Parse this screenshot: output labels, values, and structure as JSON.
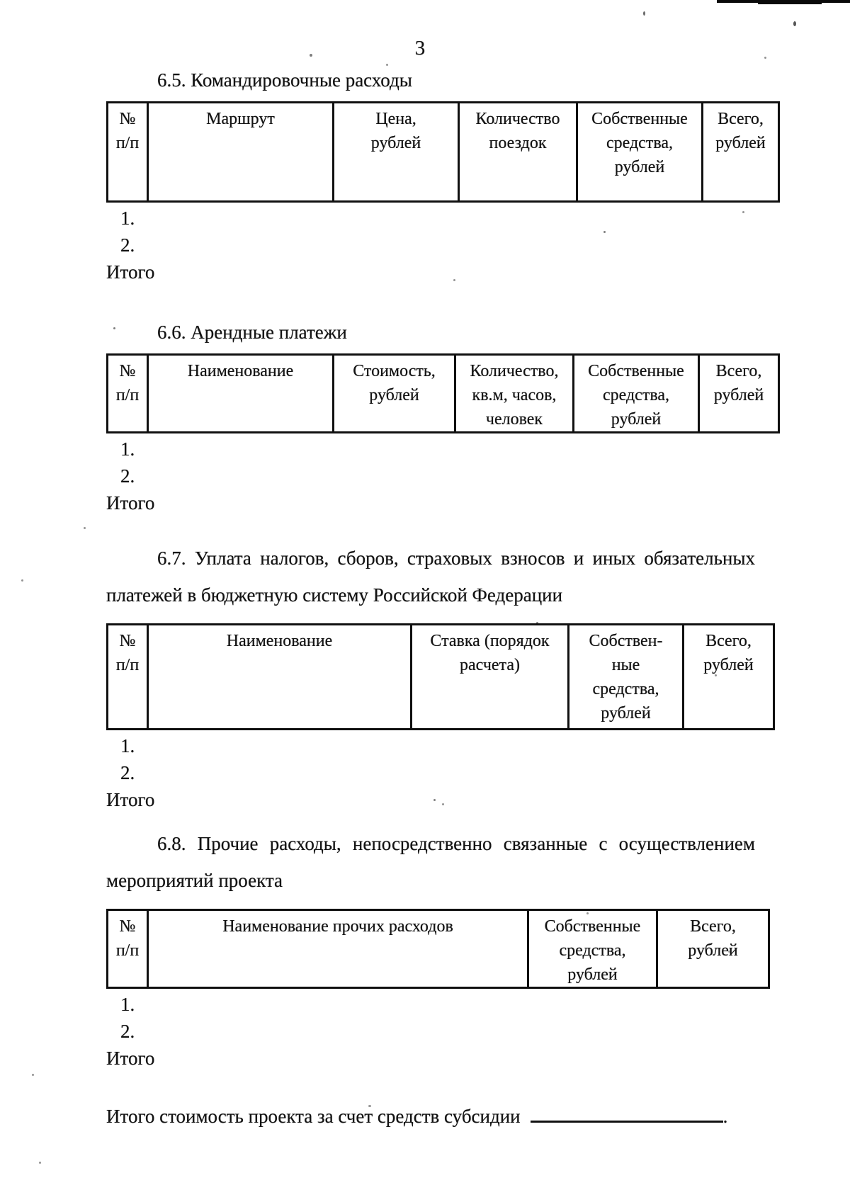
{
  "page": {
    "number": "3"
  },
  "sections": {
    "s65": {
      "title": "6.5. Командировочные расходы",
      "columns": [
        "№\nп/п",
        "Маршрут",
        "Цена,\nрублей",
        "Количество\nпоездок",
        "Собственные\nсредства,\nрублей",
        "Всего,\nрублей"
      ],
      "rows": [
        "1.",
        "2."
      ],
      "total_label": "Итого"
    },
    "s66": {
      "title": "6.6. Арендные платежи",
      "columns": [
        "№\nп/п",
        "Наименование",
        "Стоимость,\nрублей",
        "Количество,\nкв.м, часов,\nчеловек",
        "Собственные\nсредства,\nрублей",
        "Всего,\nрублей"
      ],
      "rows": [
        "1.",
        "2."
      ],
      "total_label": "Итого"
    },
    "s67": {
      "title": "6.7. Уплата налогов, сборов, страховых взносов и иных обязательных платежей в бюджетную систему Российской Федерации",
      "columns": [
        "№\nп/п",
        "Наименование",
        "Ставка (порядок\nрасчета)",
        "Собствен-\nные\nсредства,\nрублей",
        "Всего,\nрублей"
      ],
      "rows": [
        "1.",
        "2."
      ],
      "total_label": "Итого"
    },
    "s68": {
      "title": "6.8. Прочие расходы, непосредственно связанные с  осуществлением мероприятий проекта",
      "columns": [
        "№\nп/п",
        "Наименование прочих расходов",
        "Собственные\nсредства,\nрублей",
        "Всего,\nрублей"
      ],
      "rows": [
        "1.",
        "2."
      ],
      "total_label": "Итого"
    }
  },
  "footer": {
    "label": "Итого стоимость проекта за счет средств субсидии",
    "suffix": "."
  }
}
